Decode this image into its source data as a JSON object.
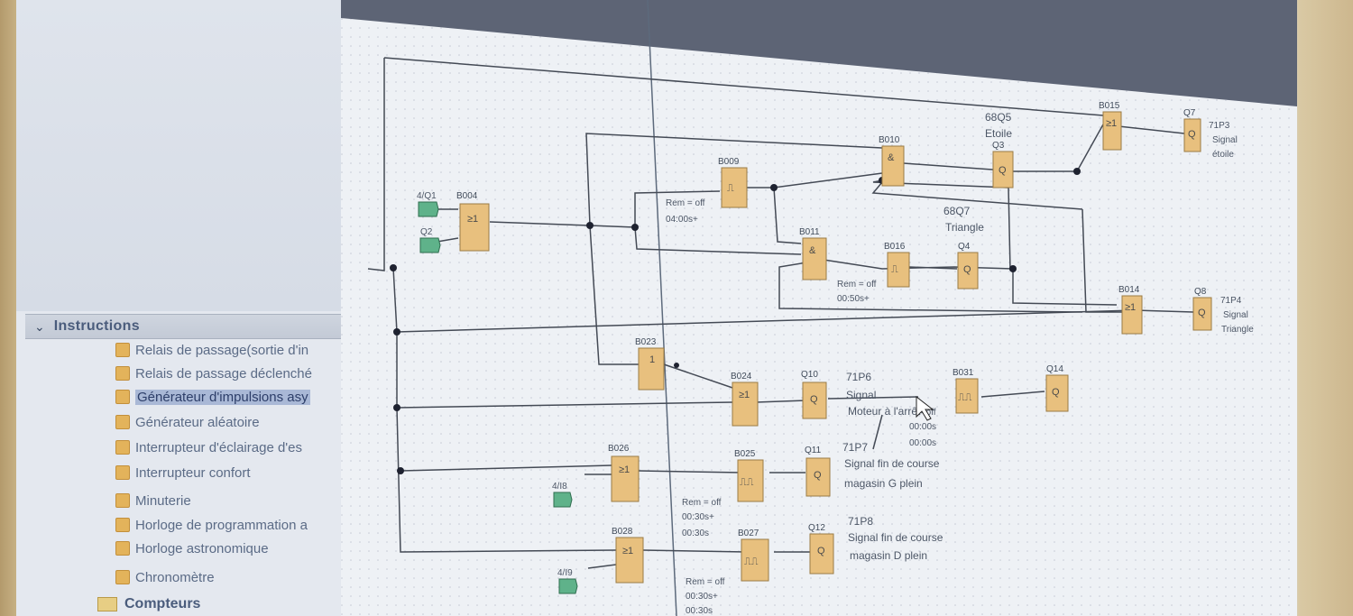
{
  "app": {
    "accent": "#e8c07e",
    "wire_color": "#444a55",
    "canvas_bg": "#eef1f5"
  },
  "instructions": {
    "header": "Instructions",
    "header_icon": "chevron-down-icon",
    "items": [
      {
        "label": "Relais de passage(sortie d'in",
        "icon": "relay-icon",
        "selected": false
      },
      {
        "label": "Relais de passage déclenché",
        "icon": "relay-icon",
        "selected": false
      },
      {
        "label": "Générateur d'impulsions asy",
        "icon": "pulse-generator-icon",
        "selected": true
      },
      {
        "label": "Générateur aléatoire",
        "icon": "random-generator-icon",
        "selected": false
      },
      {
        "label": "Interrupteur d'éclairage d'es",
        "icon": "stairwell-switch-icon",
        "selected": false
      },
      {
        "label": "Interrupteur confort",
        "icon": "comfort-switch-icon",
        "selected": false
      },
      {
        "label": "Minuterie",
        "icon": "timer-icon",
        "selected": false
      },
      {
        "label": "Horloge de programmation a",
        "icon": "program-clock-icon",
        "selected": false
      },
      {
        "label": "Horloge astronomique",
        "icon": "astronomical-clock-icon",
        "selected": false
      },
      {
        "label": "Chronomètre",
        "icon": "stopwatch-icon",
        "selected": false
      }
    ],
    "next_folder": "Compteurs",
    "next_folder_icon": "folder-icon"
  },
  "diagram": {
    "inputs": {
      "i1": "4/Q1",
      "i2": "Q2",
      "i3": "4/I8",
      "i4": "4/I9"
    },
    "blocks": {
      "b004": {
        "name": "B004",
        "sym": "≥1"
      },
      "b009": {
        "name": "B009",
        "sym": "⎍"
      },
      "b010": {
        "name": "B010",
        "sym": "&"
      },
      "b011": {
        "name": "B011",
        "sym": "&"
      },
      "b016": {
        "name": "B016",
        "sym": "⎍"
      },
      "b015": {
        "name": "B015",
        "sym": "≥1"
      },
      "b014": {
        "name": "B014",
        "sym": "≥1"
      },
      "b023": {
        "name": "B023",
        "sym": "1"
      },
      "b024": {
        "name": "B024",
        "sym": "≥1"
      },
      "b026": {
        "name": "B026",
        "sym": "≥1"
      },
      "b025": {
        "name": "B025",
        "sym": "⎍⎍"
      },
      "b028": {
        "name": "B028",
        "sym": "≥1"
      },
      "b027": {
        "name": "B027",
        "sym": "⎍⎍"
      },
      "b031": {
        "name": "B031",
        "sym": "⎍⎍"
      }
    },
    "outputs": {
      "q3": {
        "name": "Q3",
        "sym": "Q",
        "tag": "68Q5",
        "desc": "Etoile"
      },
      "q4": {
        "name": "Q4",
        "sym": "Q",
        "tag": "68Q7",
        "desc": "Triangle"
      },
      "q7": {
        "name": "Q7",
        "sym": "Q",
        "tag": "71P3",
        "desc1": "Signal",
        "desc2": "étoile"
      },
      "q8": {
        "name": "Q8",
        "sym": "Q",
        "tag": "71P4",
        "desc1": "Signal",
        "desc2": "Triangle"
      },
      "q10": {
        "name": "Q10",
        "sym": "Q",
        "tag": "71P6",
        "desc1": "Signal",
        "desc2": "Moteur à l'arrêt"
      },
      "q11": {
        "name": "Q11",
        "sym": "Q",
        "tag": "71P7",
        "desc1": "Signal fin de course",
        "desc2": "magasin G plein"
      },
      "q12": {
        "name": "Q12",
        "sym": "Q",
        "tag": "71P8",
        "desc1": "Signal fin de course",
        "desc2": "magasin D plein"
      },
      "q14": {
        "name": "Q14",
        "sym": "Q"
      }
    },
    "params": {
      "b009_rem": "Rem = off",
      "b009_time": "04:00s+",
      "b016_rem": "Rem = off",
      "b016_time": "00:50s+",
      "b031_rem": "= off",
      "b031_t1": "00:00s",
      "b031_t2": "00:00s",
      "b025_rem": "Rem = off",
      "b025_t1": "00:30s+",
      "b025_t2": "00:30s",
      "b027_rem": "Rem = off",
      "b027_t1": "00:30s+",
      "b027_t2": "00:30s"
    }
  }
}
